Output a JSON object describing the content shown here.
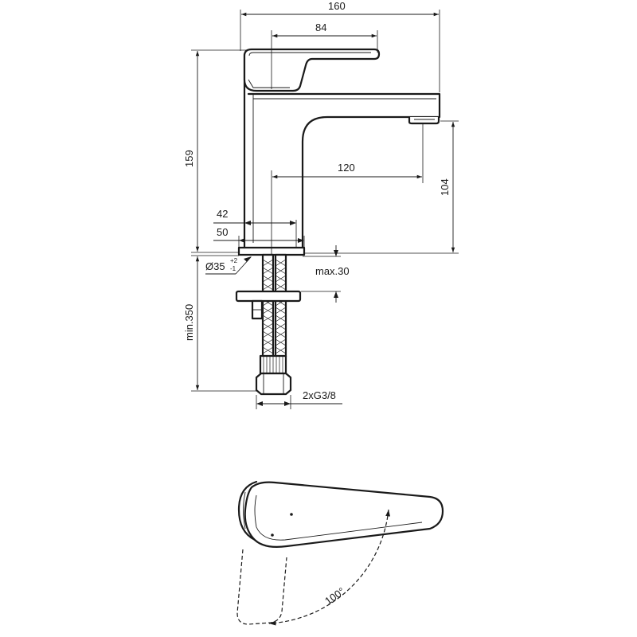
{
  "dimensions": {
    "overall_width": "160",
    "handle_length": "84",
    "overall_height": "159",
    "spout_reach": "120",
    "spout_height": "104",
    "body_depth_42": "42",
    "base_width_50": "50",
    "hole_diameter": "Ø35",
    "hole_tol_upper": "+2",
    "hole_tol_lower": "-1",
    "max_thickness": "max.30",
    "min_hose_length": "min.350",
    "connection": "2xG3/8",
    "rotation_angle": "100°"
  }
}
